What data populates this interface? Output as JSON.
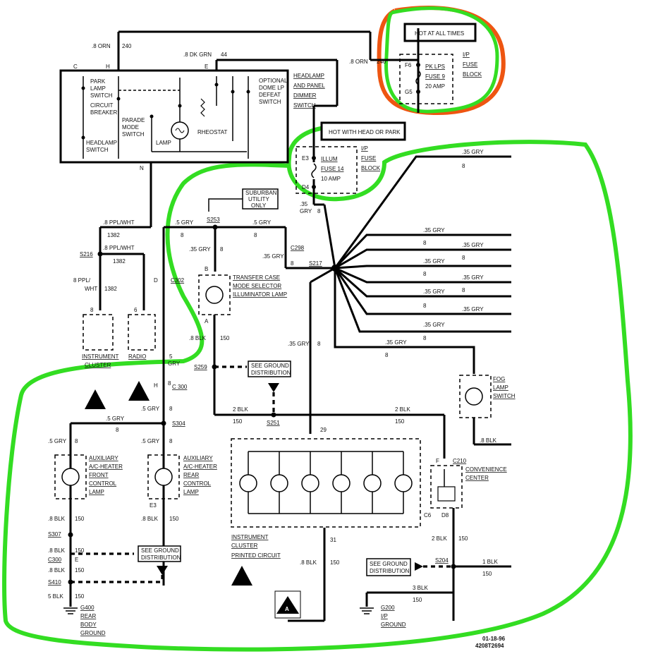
{
  "highlights": {
    "green": "#33dd22",
    "orange": "#ee5511"
  },
  "boxes": {
    "hot_all_times": "HOT AT ALL TIMES",
    "hot_head_park": "HOT WITH HEAD OR PARK",
    "suburban": [
      "SUBURBAN",
      "UTILITY",
      "ONLY"
    ],
    "see_ground": [
      "SEE GROUND",
      "DISTRIBUTION"
    ]
  },
  "fuses": {
    "fuse9": {
      "pins": [
        "F6",
        "G5"
      ],
      "label": [
        "PK LPS",
        "FUSE 9",
        "20 AMP"
      ],
      "block": [
        "I/P",
        "FUSE",
        "BLOCK"
      ]
    },
    "fuse14": {
      "pins": [
        "E3",
        "D4"
      ],
      "label": [
        "ILLUM",
        "FUSE 14",
        "10 AMP"
      ],
      "block": [
        "I/P",
        "FUSE",
        "BLOCK"
      ]
    }
  },
  "headlamp_switch": {
    "title": [
      "HEADLAMP",
      "AND PANEL",
      "DIMMER",
      "SWITCH"
    ],
    "park": [
      "PARK",
      "LAMP",
      "SWITCH"
    ],
    "cb": [
      "CIRCUIT",
      "BREAKER"
    ],
    "hl": [
      "HEADLAMP",
      "SWITCH"
    ],
    "parade": [
      "PARADE",
      "MODE",
      "SWITCH"
    ],
    "lamp": "LAMP",
    "rheostat": "RHEOSTAT",
    "dome": [
      "OPTIONAL",
      "DOME LP",
      "DEFEAT",
      "SWITCH"
    ],
    "pins": [
      "C",
      "H",
      "E",
      "N"
    ]
  },
  "wires": {
    "orn1": ".8 ORN",
    "n240": "240",
    "orn2": ".8 ORN",
    "n240b": "240",
    "dkgrn": ".8 DK GRN",
    "n44": "44",
    "ppl1": ".8 PPL/WHT",
    "n1382a": "1382",
    "ppl2": ".8 PPL/WHT",
    "n1382b": "1382",
    "ppl3a": "8 PPL/",
    "ppl3b": "WHT",
    "n1382c": "1382",
    "gry35": ".35",
    "gry35b": "GRY",
    "n8": "8",
    "gry5": ".5 GRY",
    "gry35c": ".35 GRY",
    "blk8": ".8 BLK",
    "n150": "150",
    "blk2": "2 BLK",
    "blk1": "1 BLK",
    "blk3": "3 BLK",
    "blk5": "5 BLK",
    "n29": "29",
    "n31": "31",
    "g5": "5",
    "gry": "GRY"
  },
  "splices": [
    "S216",
    "S253",
    "S217",
    "S259",
    "S251",
    "S304",
    "S307",
    "S410",
    "S204"
  ],
  "connectors": [
    "C302",
    "C298",
    "C 300",
    "C300",
    "C210",
    "D",
    "B",
    "A",
    "H",
    "E",
    "F",
    "E3",
    "C6",
    "D8",
    "8",
    "6"
  ],
  "components": {
    "transfer": [
      "TRANSFER CASE",
      "MODE SELECTOR",
      "ILLUMINATOR LAMP"
    ],
    "cluster": [
      "INSTRUMENT",
      "CLUSTER"
    ],
    "radio": "RADIO",
    "fog": [
      "FOG",
      "LAMP",
      "SWITCH"
    ],
    "aux_front": [
      "AUXILIARY",
      "A/C-HEATER",
      "FRONT",
      "CONTROL",
      "LAMP"
    ],
    "aux_rear": [
      "AUXILIARY",
      "A/C-HEATER",
      "REAR",
      "CONTROL",
      "LAMP"
    ],
    "ipc": [
      "INSTRUMENT",
      "CLUSTER",
      "PRINTED CIRCUIT"
    ],
    "conv": [
      "CONVENIENCE",
      "CENTER"
    ],
    "g400": [
      "G400",
      "REAR",
      "BODY",
      "GROUND"
    ],
    "g200": [
      "G200",
      "I/P",
      "GROUND"
    ]
  },
  "marker": "A",
  "footer": {
    "date": "01-18-96",
    "code": "4208T2694"
  }
}
